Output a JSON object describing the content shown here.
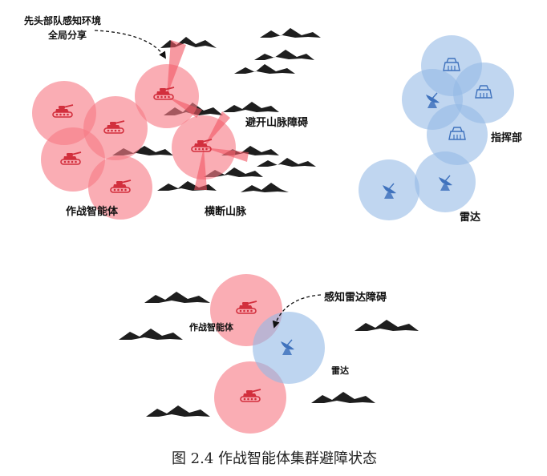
{
  "labels": {
    "scout_share": [
      "先头部队感知环境",
      "全局分享"
    ],
    "avoid_mountain": "避开山脉障碍",
    "combat_agent_top": "作战智能体",
    "block_mountain": "横断山脉",
    "command": "指挥部",
    "radar_top": "雷达",
    "sense_radar": "感知雷达障碍",
    "combat_agent_bottom": "作战智能体",
    "radar_bottom": "雷达"
  },
  "caption": "图 2.4 作战智能体集群避障状态",
  "colors": {
    "agent_fill": "#f77b86",
    "agent_icon": "#d22f3d",
    "radar_fill": "#93b9e6",
    "radar_icon": "#3f72bd",
    "mountain": "#1e1e1e"
  },
  "icons": {
    "agent": "tank-icon",
    "radar": "radar-dish-icon",
    "command": "command-post-icon",
    "mountain": "mountain-ridge-icon",
    "arrow": "dashed-curved-arrow"
  }
}
